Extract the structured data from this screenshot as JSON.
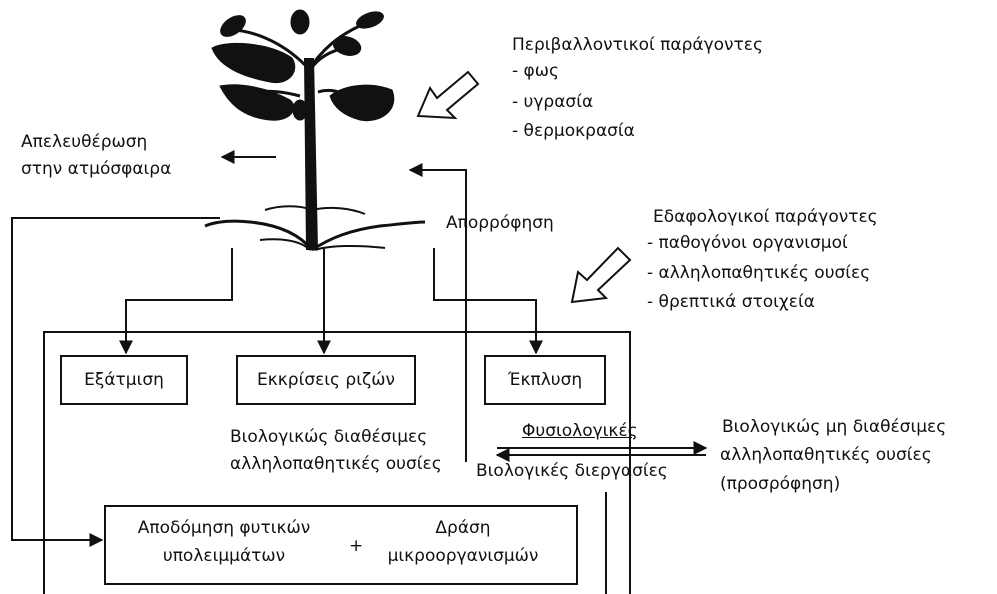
{
  "environmental": {
    "title": "Περιβαλλοντικοί παράγοντες",
    "items": [
      "- φως",
      "- υγρασία",
      "- θερμοκρασία"
    ]
  },
  "release": {
    "line1": "Απελευθέρωση",
    "line2": "στην ατμόσφαιρα"
  },
  "absorption": "Απορρόφηση",
  "soil": {
    "title": "Εδαφολογικοί παράγοντες",
    "items": [
      "- παθογόνοι οργανισμοί",
      "- αλληλοπαθητικές ουσίες",
      "- θρεπτικά στοιχεία"
    ]
  },
  "boxes": {
    "evaporation": "Εξάτμιση",
    "root_exudates": "Εκκρίσεις ριζών",
    "leaching": "Έκπλυση"
  },
  "bioavailable": {
    "line1": "Βιολογικώς διαθέσιμες",
    "line2": "αλληλοπαθητικές ουσίες"
  },
  "processes": {
    "top": "Φυσιολογικές",
    "bottom": "Βιολογικές διεργασίες"
  },
  "unavailable": {
    "line1": "Βιολογικώς μη διαθέσιμες",
    "line2": "αλληλοπαθητικές ουσίες",
    "line3": "(προσρόφηση)"
  },
  "decomposition": {
    "left_line1": "Αποδόμηση φυτικών",
    "left_line2": "υπολειμμάτων",
    "plus": "+",
    "right_line1": "Δράση",
    "right_line2": "μικροοργανισμών"
  },
  "colors": {
    "ink": "#111111",
    "background": "#ffffff"
  }
}
